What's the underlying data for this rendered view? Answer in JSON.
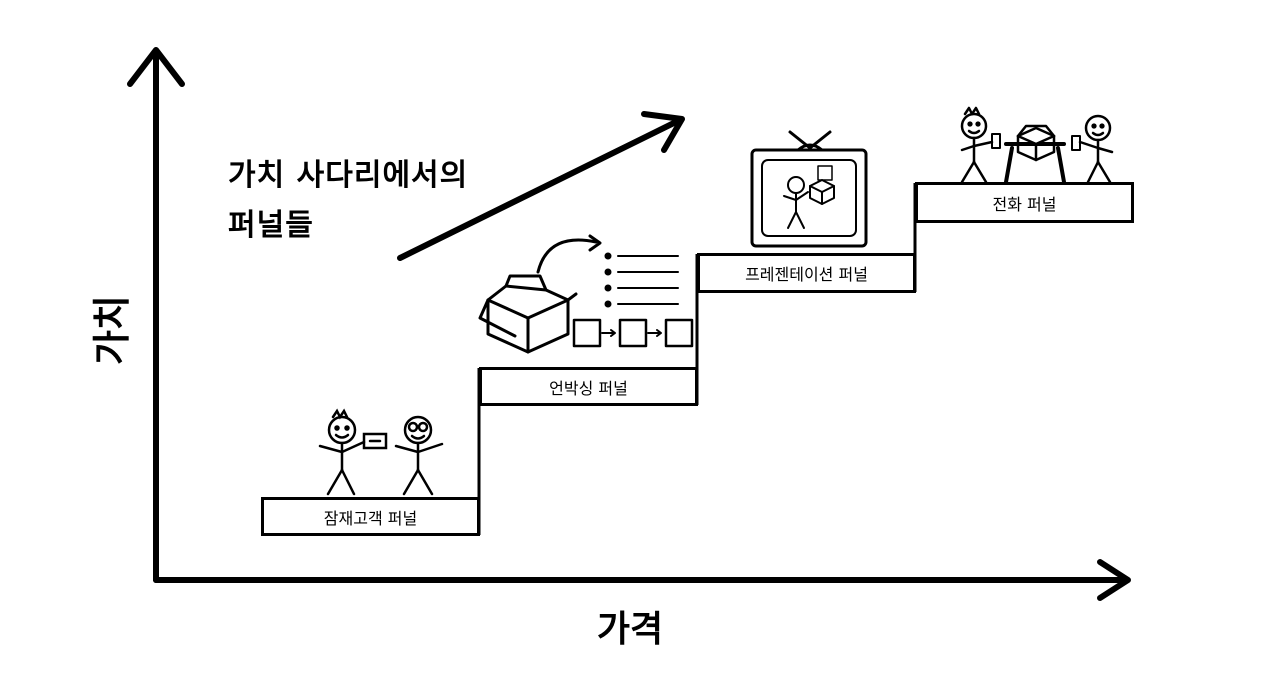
{
  "diagram": {
    "title_line1": "가치 사다리에서의",
    "title_line2": "퍼널들",
    "y_axis_label": "가치",
    "x_axis_label": "가격",
    "steps": [
      {
        "label": "잠재고객 퍼널"
      },
      {
        "label": "언박싱 퍼널"
      },
      {
        "label": "프레젠테이션 퍼널"
      },
      {
        "label": "전화 퍼널"
      }
    ],
    "icons": [
      "stick-figures-handshake-icon",
      "open-box-process-icon",
      "tv-presentation-icon",
      "phone-call-table-icon"
    ]
  }
}
